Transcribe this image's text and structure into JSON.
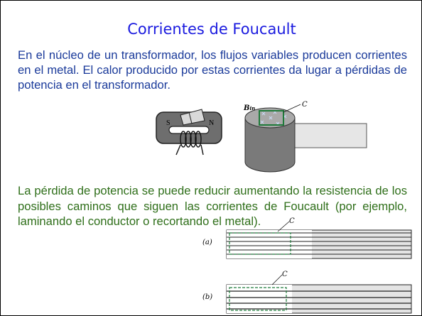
{
  "slide": {
    "title": "Corrientes de Foucault",
    "paragraph1": "En el núcleo de un transformador, los flujos variables producen corrientes en el metal. El calor producido por estas corrientes da lugar a pérdidas de potencia en el transformador.",
    "paragraph2": "La pérdida de potencia se puede reducir aumentando la resistencia de los posibles caminos que siguen las corrientes de Foucault (por ejemplo, laminando el conductor o recortando el metal)."
  },
  "figures": {
    "magnet": {
      "south_label": "S",
      "north_label": "N"
    },
    "cylinder": {
      "field_label": "B",
      "field_sub": "in",
      "current_label": "C"
    },
    "laminated_a": {
      "label": "(a)",
      "current_label": "C"
    },
    "laminated_b": {
      "label": "(b)",
      "current_label": "C"
    }
  },
  "colors": {
    "title": "#1a1adf",
    "paragraph1": "#1a3a9a",
    "paragraph2": "#2f6f1a",
    "eddy_path": "#1f7a3a"
  }
}
